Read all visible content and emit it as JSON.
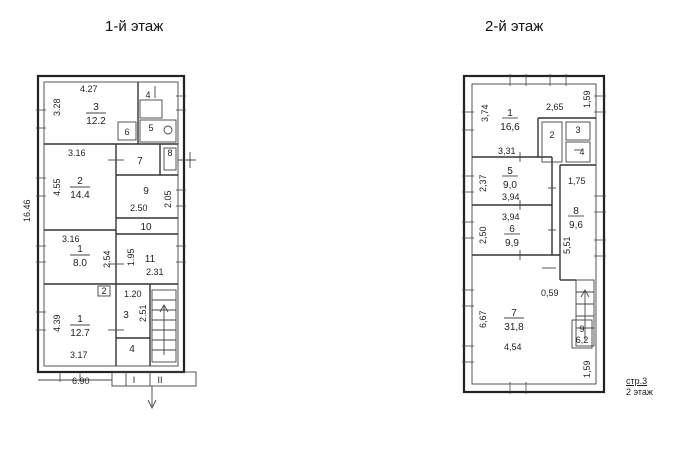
{
  "floor1": {
    "title": "1-й этаж",
    "dims": {
      "top": "4.27",
      "left_top": "3.28",
      "r2_top": "3.16",
      "r2_left": "4.55",
      "r9_v": "2.05",
      "r9_h": "2.50",
      "height": "16.46",
      "r1_top": "3.16",
      "r1_right": "2.54",
      "r11_left": "1.95",
      "r11_h": "2.31",
      "bot_left": "4.39",
      "bot_width": "3.17",
      "r3_top": "1.20",
      "r3_v": "2.51",
      "total_w": "6.90"
    },
    "rooms": [
      {
        "num": "3",
        "area": "12.2"
      },
      {
        "num": "2",
        "area": "14.4"
      },
      {
        "num": "1",
        "area": "8.0"
      },
      {
        "num": "1",
        "area": "12.7"
      },
      {
        "num": "9"
      },
      {
        "num": "10"
      },
      {
        "num": "11"
      },
      {
        "num": "4"
      },
      {
        "num": "5"
      },
      {
        "num": "6"
      },
      {
        "num": "7"
      },
      {
        "num": "8"
      },
      {
        "num": "2"
      },
      {
        "num": "3"
      },
      {
        "num": "4"
      }
    ],
    "stair_marks": {
      "a": "I",
      "b": "II"
    }
  },
  "floor2": {
    "title": "2-й этаж",
    "dims": {
      "left_top": "3,74",
      "w_265": "2,65",
      "right_top": "1,59",
      "w_331": "3,31",
      "d_175": "1,75",
      "left_237": "2,37",
      "w_394a": "3,94",
      "w_394b": "3,94",
      "left_250": "2,50",
      "d_551": "5,51",
      "d_059": "0,59",
      "left_667": "6,67",
      "w_454": "4,54",
      "right_bot": "1,59"
    },
    "rooms": [
      {
        "num": "1",
        "area": "16,6"
      },
      {
        "num": "5",
        "area": "9,0"
      },
      {
        "num": "6",
        "area": "9,9"
      },
      {
        "num": "8",
        "area": "9,6"
      },
      {
        "num": "7",
        "area": "31,8"
      },
      {
        "num": "9",
        "area": "6,2"
      },
      {
        "num": "2"
      },
      {
        "num": "3"
      },
      {
        "num": "4"
      }
    ],
    "stamp": {
      "page": "стр.3",
      "floor": "2 этаж"
    }
  }
}
